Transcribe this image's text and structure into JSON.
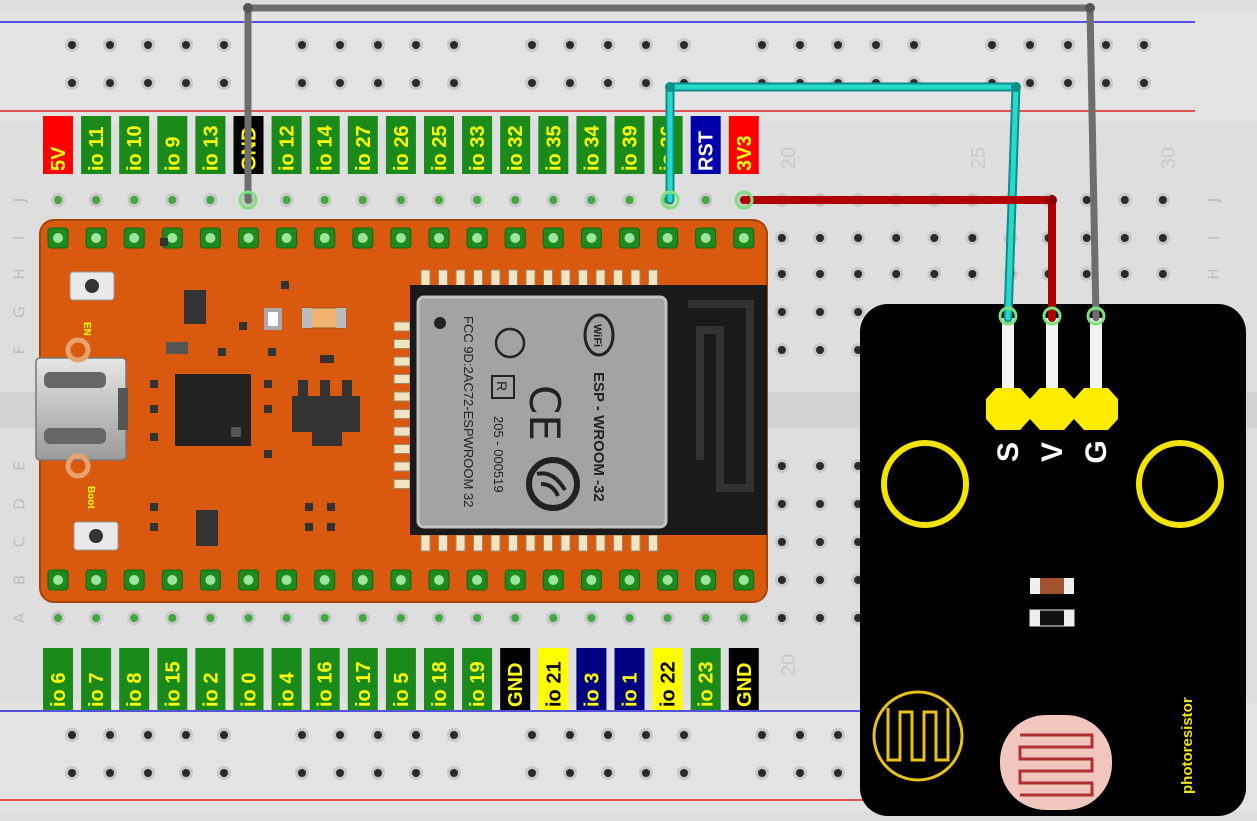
{
  "breadboard": {
    "row_letters": [
      "J",
      "I",
      "H",
      "G",
      "F",
      "E",
      "D",
      "C",
      "B",
      "A"
    ],
    "column_numbers": [
      "20",
      "25",
      "30"
    ],
    "bottom_column_number": "20"
  },
  "top_pin_labels": [
    {
      "text": "5V",
      "bg": "#ff0000",
      "fg": "#ffff00"
    },
    {
      "text": "io 11",
      "bg": "#1a8a1a",
      "fg": "#ffff00"
    },
    {
      "text": "io 10",
      "bg": "#1a8a1a",
      "fg": "#ffff00"
    },
    {
      "text": "io 9",
      "bg": "#1a8a1a",
      "fg": "#ffff00"
    },
    {
      "text": "io 13",
      "bg": "#1a8a1a",
      "fg": "#ffff00"
    },
    {
      "text": "GND",
      "bg": "#000000",
      "fg": "#ffff00"
    },
    {
      "text": "io 12",
      "bg": "#1a8a1a",
      "fg": "#ffff00"
    },
    {
      "text": "io 14",
      "bg": "#1a8a1a",
      "fg": "#ffff00"
    },
    {
      "text": "io 27",
      "bg": "#1a8a1a",
      "fg": "#ffff00"
    },
    {
      "text": "io 26",
      "bg": "#1a8a1a",
      "fg": "#ffff00"
    },
    {
      "text": "io 25",
      "bg": "#1a8a1a",
      "fg": "#ffff00"
    },
    {
      "text": "io 33",
      "bg": "#1a8a1a",
      "fg": "#ffff00"
    },
    {
      "text": "io 32",
      "bg": "#1a8a1a",
      "fg": "#ffff00"
    },
    {
      "text": "io 35",
      "bg": "#1a8a1a",
      "fg": "#ffff00"
    },
    {
      "text": "io 34",
      "bg": "#1a8a1a",
      "fg": "#ffff00"
    },
    {
      "text": "io 39",
      "bg": "#1a8a1a",
      "fg": "#ffff00"
    },
    {
      "text": "io 36",
      "bg": "#1a8a1a",
      "fg": "#ffff00"
    },
    {
      "text": "RST",
      "bg": "#0000aa",
      "fg": "#ffffff"
    },
    {
      "text": "3V3",
      "bg": "#ff0000",
      "fg": "#ffff00"
    }
  ],
  "bottom_pin_labels": [
    {
      "text": "io 6",
      "bg": "#1a8a1a",
      "fg": "#ffff00"
    },
    {
      "text": "io 7",
      "bg": "#1a8a1a",
      "fg": "#ffff00"
    },
    {
      "text": "io 8",
      "bg": "#1a8a1a",
      "fg": "#ffff00"
    },
    {
      "text": "io 15",
      "bg": "#1a8a1a",
      "fg": "#ffff00"
    },
    {
      "text": "io 2",
      "bg": "#1a8a1a",
      "fg": "#ffff00"
    },
    {
      "text": "io 0",
      "bg": "#1a8a1a",
      "fg": "#ffff00"
    },
    {
      "text": "io 4",
      "bg": "#1a8a1a",
      "fg": "#ffff00"
    },
    {
      "text": "io 16",
      "bg": "#1a8a1a",
      "fg": "#ffff00"
    },
    {
      "text": "io 17",
      "bg": "#1a8a1a",
      "fg": "#ffff00"
    },
    {
      "text": "io 5",
      "bg": "#1a8a1a",
      "fg": "#ffff00"
    },
    {
      "text": "io 18",
      "bg": "#1a8a1a",
      "fg": "#ffff00"
    },
    {
      "text": "io 19",
      "bg": "#1a8a1a",
      "fg": "#ffff00"
    },
    {
      "text": "GND",
      "bg": "#000000",
      "fg": "#ffff00"
    },
    {
      "text": "io 21",
      "bg": "#ffff00",
      "fg": "#000000"
    },
    {
      "text": "io 3",
      "bg": "#000080",
      "fg": "#ffff00"
    },
    {
      "text": "io 1",
      "bg": "#000080",
      "fg": "#ffff00"
    },
    {
      "text": "io 22",
      "bg": "#ffff00",
      "fg": "#000000"
    },
    {
      "text": "io 23",
      "bg": "#1a8a1a",
      "fg": "#ffff00"
    },
    {
      "text": "GND",
      "bg": "#000000",
      "fg": "#ffff00"
    }
  ],
  "esp32": {
    "button_en": "EN",
    "button_boot": "Boot",
    "module_lines": [
      "ESP - WROOM -32",
      "FCC 9D:2AC72-ESPWROOM 32",
      "205 - 000519"
    ],
    "wifi_text": "WiFi",
    "ce_mark": "CE",
    "r_mark": "R"
  },
  "module": {
    "pins": [
      "S",
      "V",
      "G"
    ],
    "label": "photoresistor"
  },
  "wires": [
    {
      "name": "gnd-wire",
      "color": "#6e6e6e"
    },
    {
      "name": "signal-wire",
      "color": "#19b9b0"
    },
    {
      "name": "power-wire",
      "color": "#b00000"
    }
  ]
}
